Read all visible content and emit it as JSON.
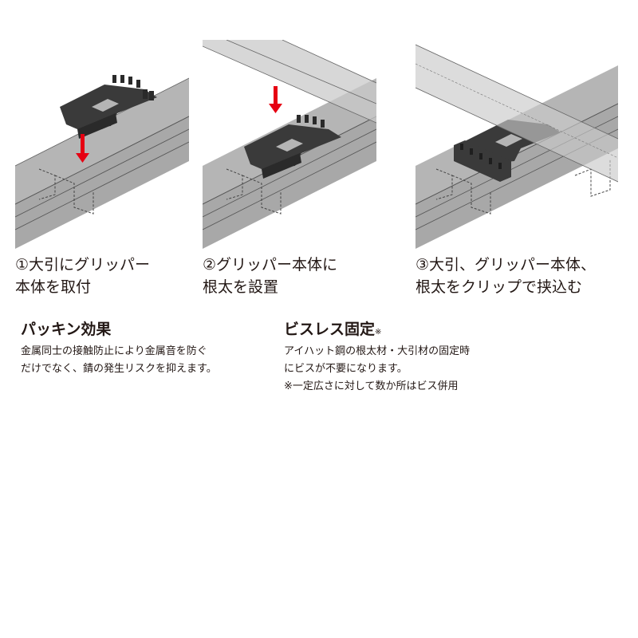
{
  "steps": [
    {
      "number": "①",
      "lines": [
        "大引にグリッパー",
        "本体を取付"
      ]
    },
    {
      "number": "②",
      "lines": [
        "グリッパー本体に",
        "根太を設置"
      ]
    },
    {
      "number": "③",
      "lines": [
        "大引、グリッパー本体、",
        "根太をクリップで挟込む"
      ]
    }
  ],
  "features": {
    "packing": {
      "title": "パッキン効果",
      "lines": [
        "金属同士の接触防止により金属音を防ぐ",
        "だけでなく、錆の発生リスクを抑えます。"
      ]
    },
    "screwless": {
      "title": "ビスレス固定",
      "title_mark": "※",
      "lines": [
        "アイハット鋼の根太材・大引材の固定時",
        "にビスが不要になります。",
        "※一定広さに対して数か所はビス併用"
      ]
    }
  },
  "colors": {
    "beam": "#b5b5b5",
    "beam_dark": "#8e8e8e",
    "joist": "#c9c9c9",
    "gripper": "#3a3a3a",
    "arrow": "#e60012",
    "text": "#231815"
  },
  "icons": [
    "down-arrow-icon"
  ]
}
